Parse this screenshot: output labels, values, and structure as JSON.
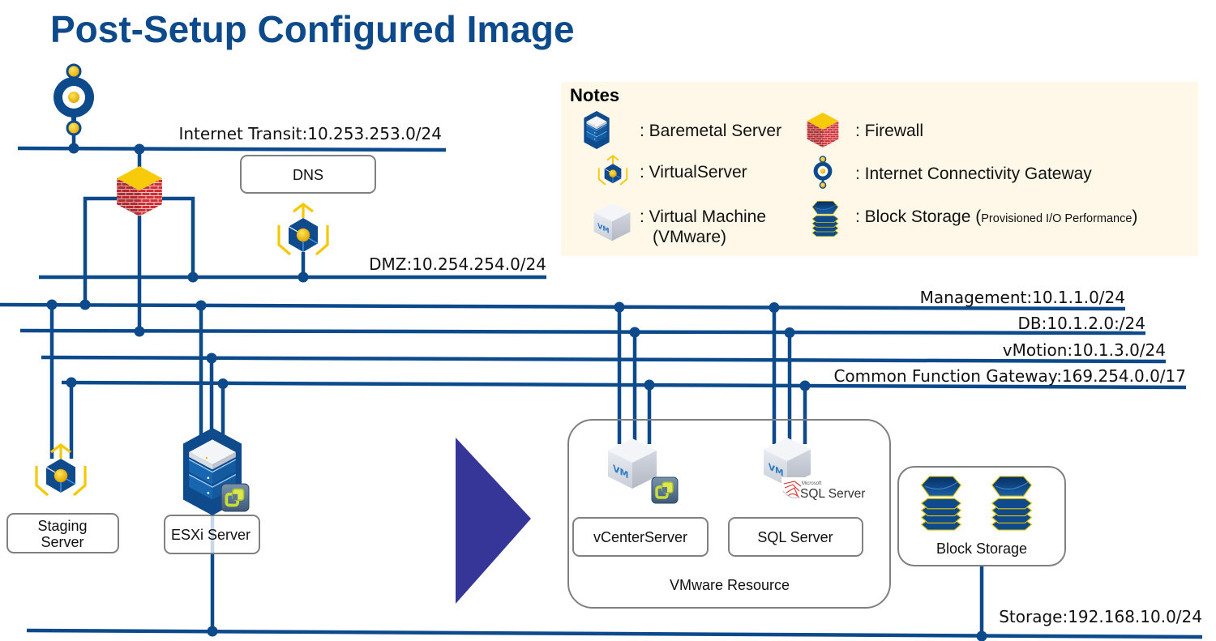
{
  "title": "Post-Setup Configured Image",
  "colors": {
    "title": "#0D4A8B",
    "network_line": "#0C4A8C",
    "arrow": "#363699",
    "notes_background": "#FFF8E8",
    "box_border": "#808080",
    "accent_yellow": "#F5C800",
    "firewall_red": "#CE3036"
  },
  "networks": {
    "internet_transit": {
      "label": "Internet Transit:10.253.253.0/24"
    },
    "dmz": {
      "label": "DMZ:10.254.254.0/24"
    },
    "management": {
      "label": "Management:10.1.1.0/24"
    },
    "db": {
      "label": "DB:10.1.2.0:/24"
    },
    "vmotion": {
      "label": "vMotion:10.1.3.0/24"
    },
    "common_function_gateway": {
      "label": "Common Function Gateway:169.254.0.0/17"
    },
    "storage": {
      "label": "Storage:192.168.10.0/24"
    }
  },
  "nodes": {
    "internet_gateway": {
      "icon": "internet-connectivity-gateway-icon"
    },
    "firewall": {
      "icon": "firewall-icon"
    },
    "dns": {
      "label": "DNS",
      "icon": "virtual-server-icon"
    },
    "staging_server": {
      "label_lines": [
        "Staging",
        "Server"
      ],
      "icon": "virtual-server-icon"
    },
    "esxi_server": {
      "label": "ESXi Server",
      "icon": "baremetal-server-icon",
      "badge": "vcenter-badge-icon"
    },
    "vcenter_server": {
      "label": "vCenterServer",
      "icon": "virtual-machine-icon",
      "badge": "vcenter-badge-icon"
    },
    "sql_server": {
      "label": "SQL Server",
      "icon": "virtual-machine-icon",
      "logo": {
        "brand": "Microsoft",
        "product": "SQL Server"
      }
    },
    "vmware_resource": {
      "label": "VMware Resource"
    },
    "block_storage": {
      "label": "Block Storage",
      "icon": "block-storage-icon",
      "count": 2
    }
  },
  "vm_icon_text": "VM",
  "legend": {
    "title": "Notes",
    "items": [
      {
        "icon": "baremetal-server-icon",
        "label": ": Baremetal Server"
      },
      {
        "icon": "firewall-icon",
        "label": ": Firewall"
      },
      {
        "icon": "virtual-server-icon",
        "label": ": VirtualServer"
      },
      {
        "icon": "internet-connectivity-gateway-icon",
        "label": ": Internet Connectivity Gateway"
      },
      {
        "icon": "virtual-machine-icon",
        "label": ": Virtual Machine",
        "label_line2": "(VMware)"
      },
      {
        "icon": "block-storage-icon",
        "label": ": Block Storage ",
        "detail_open": "(",
        "detail": "Provisioned I/O Performance",
        "detail_close": ")"
      }
    ]
  }
}
